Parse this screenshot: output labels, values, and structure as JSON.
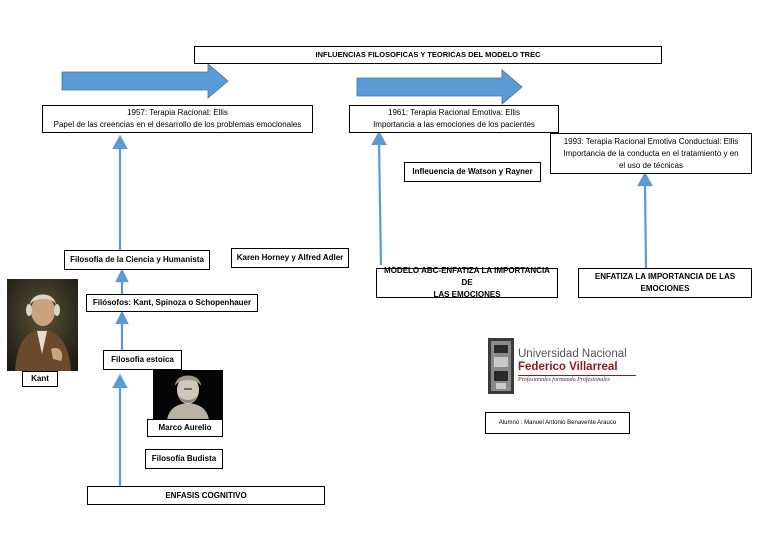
{
  "title": "INFLUENCIAS FILOSOFICAS Y TEORICAS DEL MODELO TREC",
  "box_1957": {
    "line1": "1957: Terapia Racional: Ellis",
    "line2": "Papel  de las creencias en el desarrollo de los problemas emocionales"
  },
  "box_1961": {
    "line1": "1961: Terapia Racional Emotiva: Ellis",
    "line2": "Importancia a las emociones de los pacientes"
  },
  "box_1993": {
    "line1": "1993: Terapia Racional Emotiva Conductual: Ellis",
    "line2": "Importancia de la conducta en el tratamiento y en",
    "line3": "el uso de técnicas"
  },
  "watson": "Infleuencia de Watson y Rayner",
  "ciencia": "Filosofía de la Ciencia y Humanista",
  "horney": "Karen Horney  y Alfred Adler",
  "filosofos": "Filósofos: Kant, Spinoza o Schopenhauer",
  "abc": {
    "line1": "MODELO ABC-ENFATIZA LA IMPORTANCIA DE",
    "line2": "LAS EMOCIONES"
  },
  "enfatiza": {
    "line1": "ENFATIZA LA IMPORTANCIA DE LAS",
    "line2": "EMOCIONES"
  },
  "estoica": "Filosofía estoica",
  "kant": "Kant",
  "marco": "Marco Aurelio",
  "budista": "Filosofía Budista",
  "enfasis": "ENFASIS COGNITIVO",
  "university": {
    "line1": "Universidad Nacional",
    "line2": "Federico Villarreal",
    "motto": "Profesionales formando Profesionales"
  },
  "alumno": "Alumno : Manuel Antonio Benavente Arauco",
  "colors": {
    "arrow": "#5b9bd5",
    "arrow_dark": "#41719c",
    "univ_red": "#8b1a1a"
  }
}
